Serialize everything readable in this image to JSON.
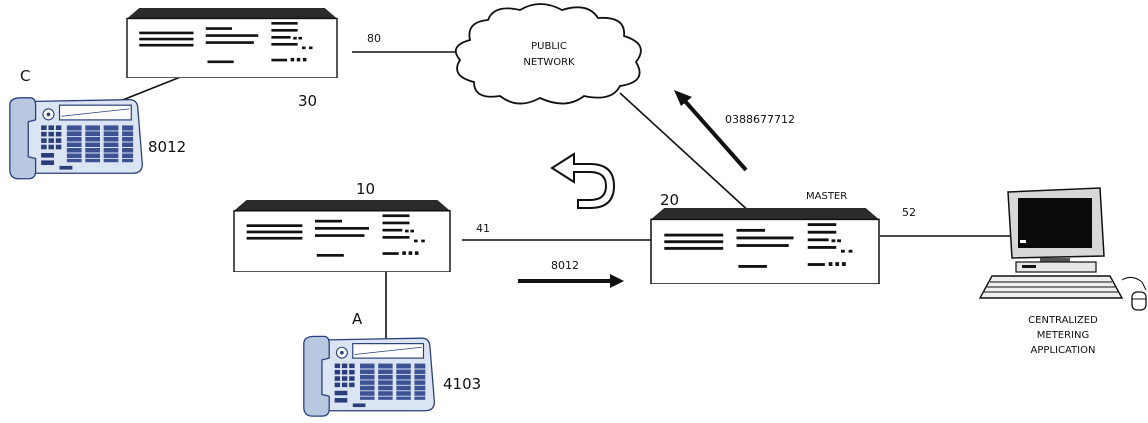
{
  "nodes": {
    "node_30": {
      "id": "30",
      "trunk_port": "80"
    },
    "node_10": {
      "id": "10",
      "trunk_port": "41"
    },
    "node_20": {
      "id": "20",
      "role": "MASTER",
      "app_port": "52"
    }
  },
  "network": {
    "line1": "PUBLIC",
    "line2": "NETWORK"
  },
  "phones": {
    "phone_c": {
      "letter": "C",
      "number": "8012"
    },
    "phone_a": {
      "letter": "A",
      "number": "4103"
    }
  },
  "flows": {
    "to_master": "8012",
    "to_public": "0388677712"
  },
  "application": {
    "line1": "CENTRALIZED",
    "line2": "METERING",
    "line3": "APPLICATION"
  },
  "colors": {
    "phone_body": "#b8c8e0",
    "phone_outline": "#2a3f7a",
    "ink": "#111111"
  }
}
